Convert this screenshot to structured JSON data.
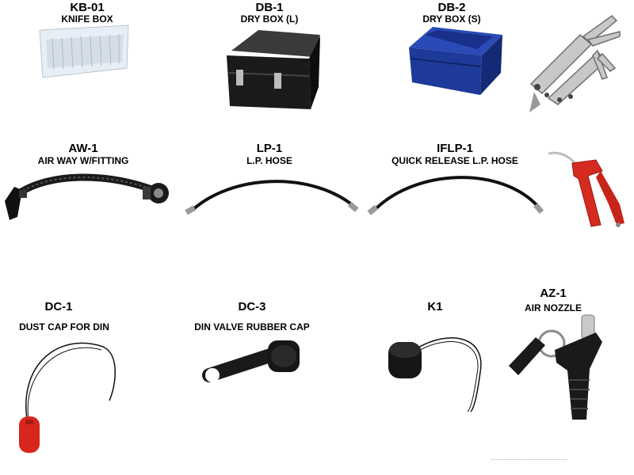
{
  "items": [
    {
      "code": "KB-01",
      "desc": "KNIFE BOX",
      "icon": "knife-box-icon"
    },
    {
      "code": "DB-1",
      "desc": "DRY BOX (L)",
      "icon": "dry-box-large-icon"
    },
    {
      "code": "DB-2",
      "desc": "DRY BOX (S)",
      "icon": "dry-box-small-icon"
    },
    {
      "code": "",
      "desc": "",
      "icon": "multi-tool-icon"
    },
    {
      "code": "AW-1",
      "desc": "AIR WAY W/FITTING",
      "icon": "air-way-hose-icon"
    },
    {
      "code": "LP-1",
      "desc": "L.P. HOSE",
      "icon": "lp-hose-icon"
    },
    {
      "code": "IFLP-1",
      "desc": "QUICK RELEASE L.P. HOSE",
      "icon": "quick-release-hose-icon"
    },
    {
      "code": "",
      "desc": "",
      "icon": "blow-gun-icon"
    },
    {
      "code": "DC-1",
      "desc": "DUST CAP FOR DIN",
      "icon": "din-dust-cap-icon"
    },
    {
      "code": "DC-3",
      "desc": "DIN VALVE RUBBER CAP",
      "icon": "din-rubber-cap-icon"
    },
    {
      "code": "K1",
      "desc": "",
      "icon": "k1-cap-icon"
    },
    {
      "code": "AZ-1",
      "desc": "AIR NOZZLE",
      "icon": "air-nozzle-icon"
    }
  ],
  "colors": {
    "dry_box_large": "#1a1a1a",
    "dry_box_small": "#1d3a9a",
    "dust_cap": "#d8261c",
    "blow_gun": "#d42a20",
    "knife_box": "#e8eef5"
  }
}
